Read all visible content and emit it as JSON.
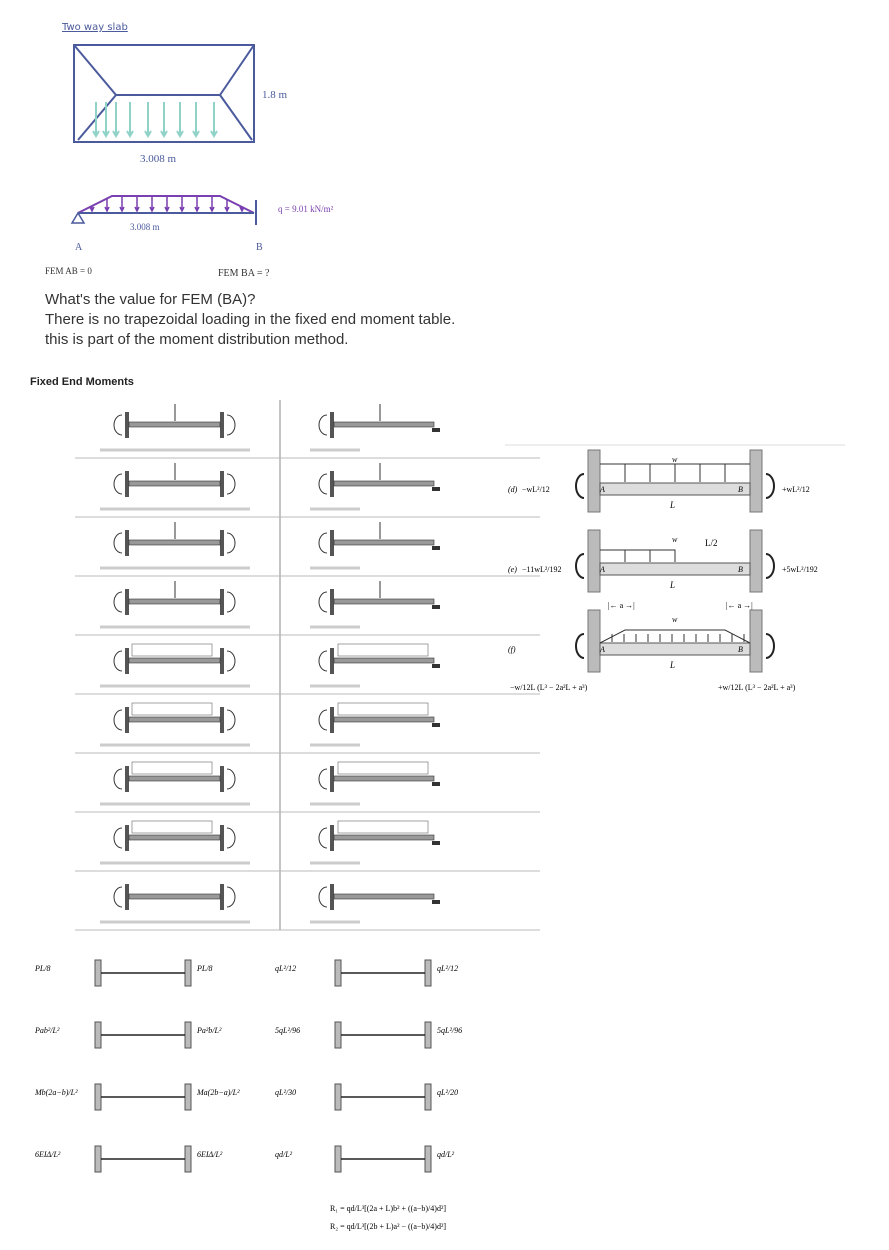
{
  "sketch": {
    "title": "Two way slab",
    "dim_short": "1.8 m",
    "dim_long": "3.008 m",
    "beam_span": "3.008 m",
    "load": "q = 9.01 kN/m²",
    "support_a": "A",
    "support_b": "B",
    "fem_ab": "FEM AB = 0",
    "fem_ba": "FEM BA = ?",
    "colors": {
      "slab": "#4a5a9c",
      "arrows": "#8fd3c8",
      "load": "#7a3fb0"
    }
  },
  "question": {
    "line1": "What's the value for FEM (BA)?",
    "line2": "There is no trapezoidal loading in the fixed end moment table.",
    "line3": "this is part of the moment distribution method."
  },
  "table": {
    "title": "Fixed End Moments",
    "rows": 9
  },
  "right_panel": {
    "cases": [
      {
        "label": "(d)",
        "load": "w",
        "left": "−wL²/12",
        "right": "+wL²/12",
        "span": "L"
      },
      {
        "label": "(e)",
        "load": "w",
        "left": "−11wL²/192",
        "right": "+5wL²/192",
        "span": "L",
        "half": "L/2"
      },
      {
        "label": "(f)",
        "load": "w",
        "left": "−w/12L (L³ − 2a²L + a³)",
        "right": "+w/12L (L³ − 2a²L + a³)",
        "span": "L",
        "a": "a"
      }
    ]
  },
  "bottom": {
    "left": [
      {
        "l": "PL/8",
        "r": "PL/8"
      },
      {
        "l": "Pab²/L²",
        "r": "Pa²b/L²"
      },
      {
        "l": "Mb(2a−b)/L²",
        "r": "Ma(2b−a)/L²"
      },
      {
        "l": "6EIΔ/L²",
        "r": "6EIΔ/L²"
      }
    ],
    "right": [
      {
        "l": "qL²/12",
        "r": "qL²/12"
      },
      {
        "l": "5qL²/96",
        "r": "5qL²/96"
      },
      {
        "l": "qL²/30",
        "r": "qL²/20"
      },
      {
        "l": "qd/L²",
        "r": "qd/L²"
      }
    ],
    "r1": "R₁ = qd/L³[(2a + L)b² + ((a−b)/4)d²]",
    "r2": "R₂ = qd/L³[(2b + L)a² − ((a−b)/4)d²]"
  }
}
